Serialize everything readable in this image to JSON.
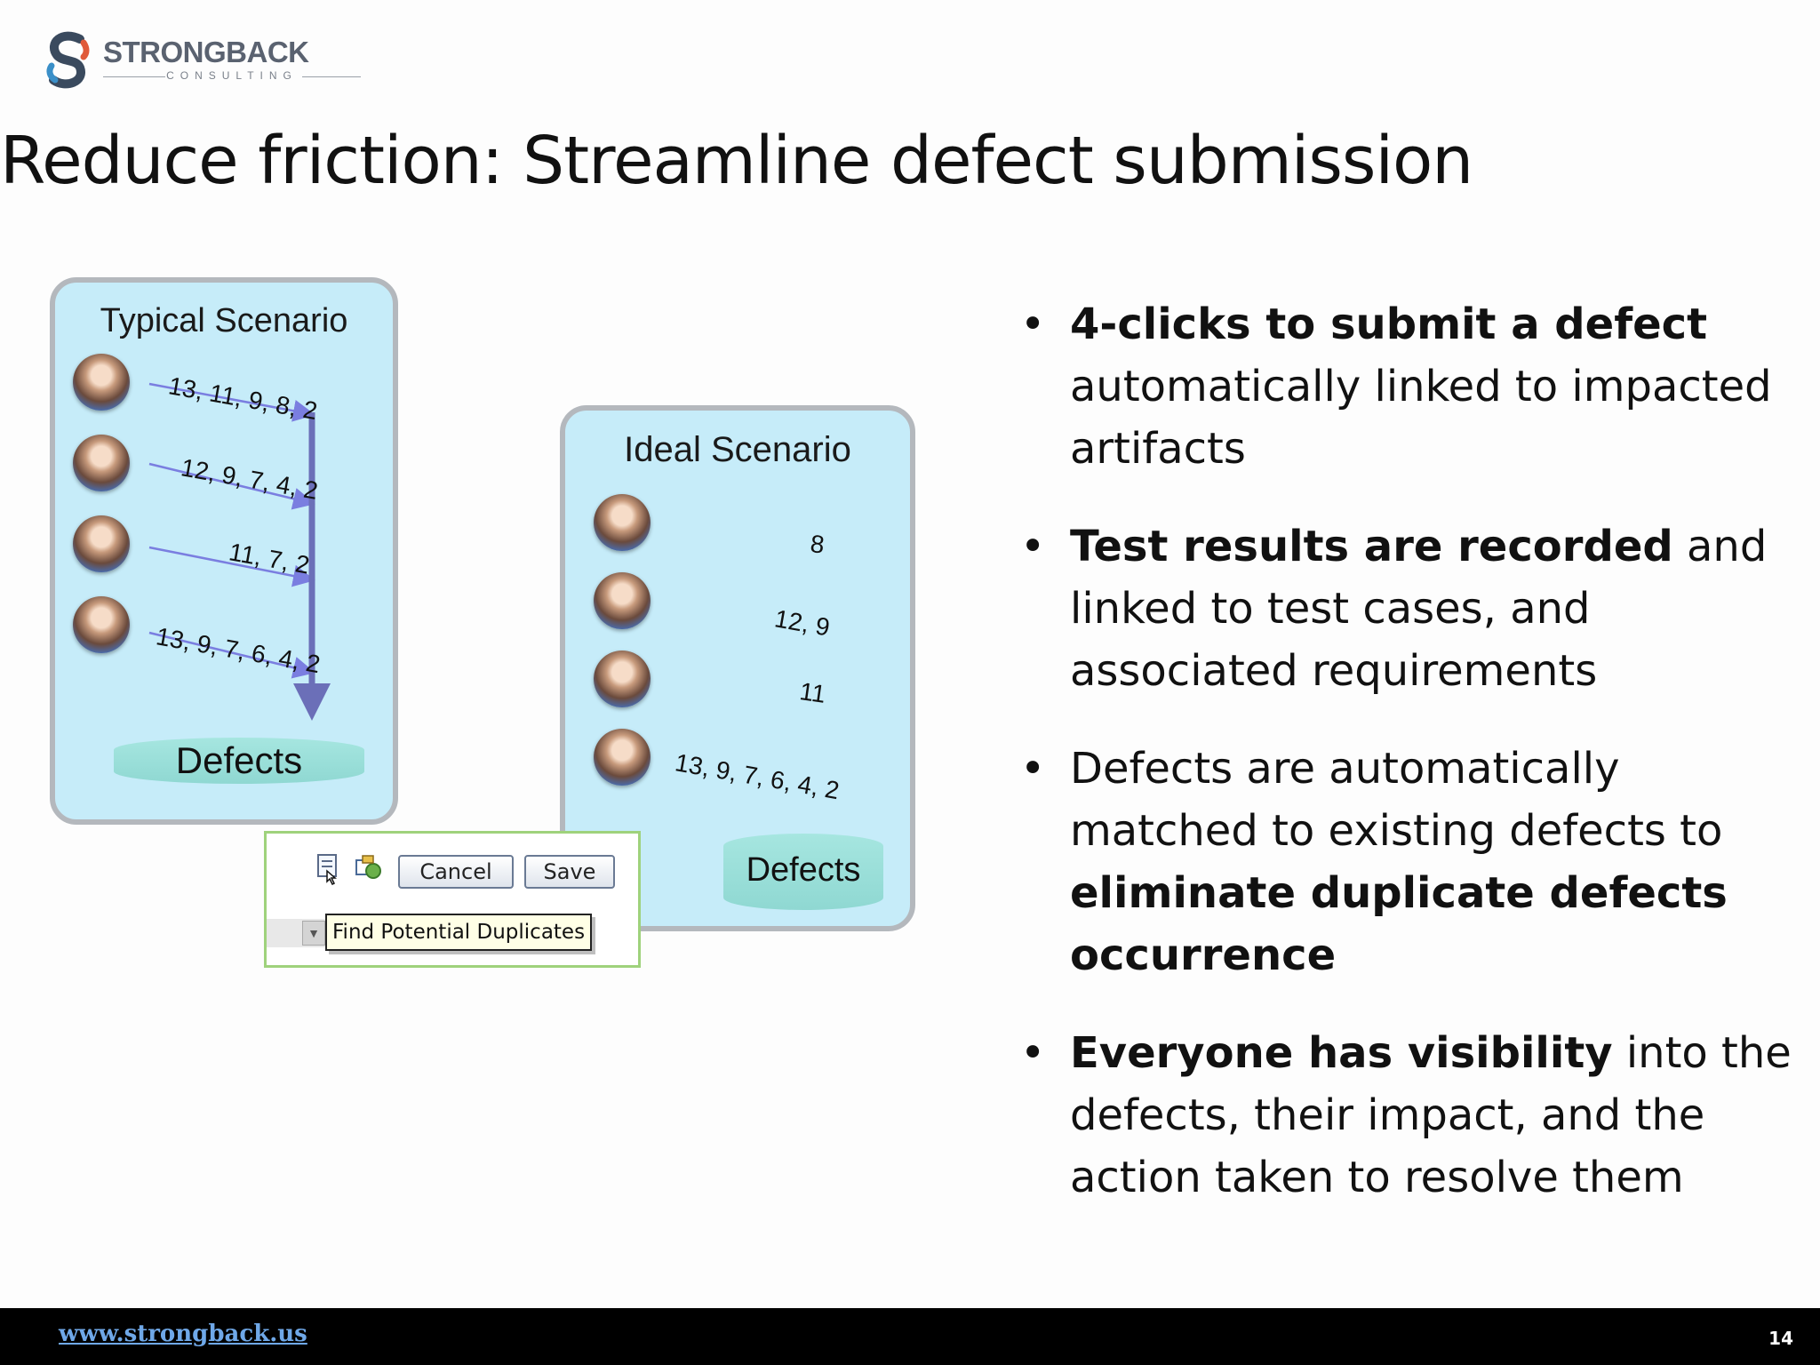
{
  "logo": {
    "name": "STRONGBACK",
    "tagline": "CONSULTING"
  },
  "title": "Reduce friction: Streamline defect submission",
  "typical": {
    "title": "Typical Scenario",
    "sequences": [
      "13, 11, 9, 8, 2",
      "12, 9, 7, 4, 2",
      "11, 7, 2",
      "13, 9, 7, 6, 4, 2"
    ],
    "defects_label": "Defects"
  },
  "ideal": {
    "title": "Ideal Scenario",
    "sequences": [
      "8",
      "12, 9",
      "11",
      "13, 9, 7, 6, 4, 2"
    ],
    "defects_label": "Defects"
  },
  "screenshot": {
    "cancel_label": "Cancel",
    "save_label": "Save",
    "tooltip": "Find Potential Duplicates"
  },
  "bullets": [
    {
      "bold": "4-clicks to submit a defect",
      "rest": " automatically linked to impacted artifacts"
    },
    {
      "bold": "Test results are recorded",
      "rest": " and linked to test cases, and associated requirements"
    },
    {
      "pre": "Defects are automatically matched to existing defects to ",
      "bold": "eliminate duplicate defects occurrence"
    },
    {
      "bold": "Everyone has visibility",
      "rest": " into the defects, their impact, and the action taken to resolve them"
    }
  ],
  "bullet_char": "•",
  "footer": {
    "link": "www.strongback.us",
    "page_number": "14"
  },
  "colors": {
    "panel_bg": "#c6ecf9",
    "arrow": "#6b6fb8",
    "footer_bg": "#000000"
  }
}
